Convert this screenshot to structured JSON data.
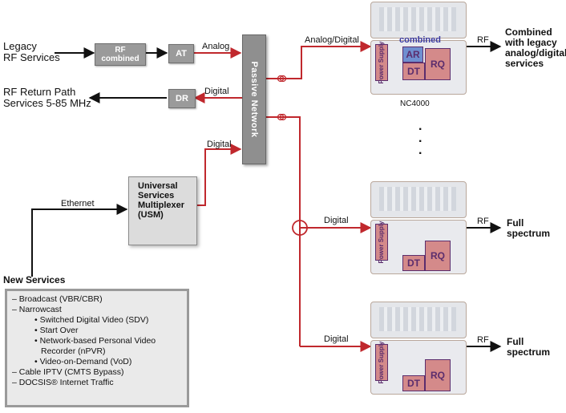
{
  "left": {
    "legacy_line1": "Legacy",
    "legacy_line2": "RF Services",
    "return_line1": "RF Return Path",
    "return_line2": "Services 5-85 MHz"
  },
  "boxes": {
    "rf_combined_line1": "RF",
    "rf_combined_line2": "combined",
    "at": "AT",
    "dr": "DR"
  },
  "edges": {
    "analog": "Analog",
    "digital_dr": "Digital",
    "digital_usm": "Digital",
    "ethernet": "Ethernet",
    "analog_digital": "Analog/Digital",
    "digital_node2": "Digital",
    "digital_node3": "Digital",
    "rf1": "RF",
    "rf2": "RF",
    "rf3": "RF"
  },
  "passive_network": "Passive Network",
  "usm": {
    "line1": "Universal",
    "line2": "Services",
    "line3": "Multiplexer",
    "line4": "(USM)"
  },
  "nodes": {
    "node1_label": "NC4000",
    "combined_label": "combined",
    "power_supply": "Power Supply",
    "ar": "AR",
    "dt": "DT",
    "rq": "RQ",
    "ellipsis": "."
  },
  "outputs": {
    "out1_line1": "Combined",
    "out1_line2": "with legacy",
    "out1_line3": "analog/digital",
    "out1_line4": "services",
    "out2_line1": "Full",
    "out2_line2": "spectrum",
    "out3_line1": "Full",
    "out3_line2": "spectrum"
  },
  "new_services": {
    "title": "New Services",
    "items": [
      "– Broadcast (VBR/CBR)",
      "– Narrowcast",
      "• Switched Digital Video (SDV)",
      "• Start Over",
      "• Network-based Personal Video",
      "Recorder (nPVR)",
      "• Video-on-Demand (VoD)",
      "– Cable IPTV (CMTS Bypass)",
      "– DOCSIS® Internet Traffic"
    ]
  },
  "colors": {
    "red_line": "#c0282d",
    "gray_box": "#9a9a9a",
    "module_fill": "#d48a8a",
    "module_border": "#5b2d6d",
    "ar_fill": "#6f8fd0"
  }
}
